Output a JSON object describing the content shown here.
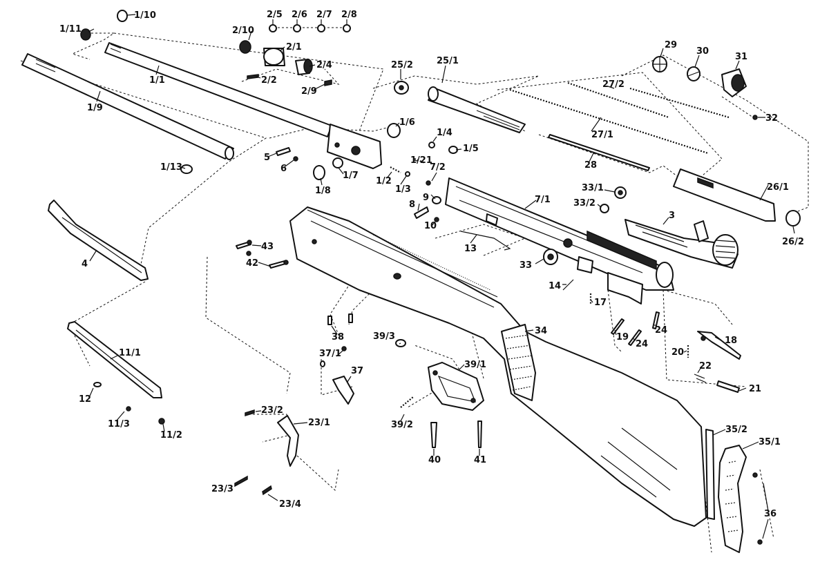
{
  "colors": {
    "ink": "#111111",
    "paper": "#ffffff"
  },
  "callouts": [
    {
      "id": "1-10",
      "label": "1/10"
    },
    {
      "id": "1-11",
      "label": "1/11"
    },
    {
      "id": "1-1",
      "label": "1/1"
    },
    {
      "id": "1-9",
      "label": "1/9"
    },
    {
      "id": "1-13",
      "label": "1/13"
    },
    {
      "id": "2-5",
      "label": "2/5"
    },
    {
      "id": "2-6",
      "label": "2/6"
    },
    {
      "id": "2-7",
      "label": "2/7"
    },
    {
      "id": "2-8",
      "label": "2/8"
    },
    {
      "id": "2-10",
      "label": "2/10"
    },
    {
      "id": "2-1",
      "label": "2/1"
    },
    {
      "id": "2-4",
      "label": "2/4"
    },
    {
      "id": "2-2",
      "label": "2/2"
    },
    {
      "id": "2-9",
      "label": "2/9"
    },
    {
      "id": "1-6",
      "label": "1/6"
    },
    {
      "id": "1-4",
      "label": "1/4"
    },
    {
      "id": "1-5",
      "label": "1/5"
    },
    {
      "id": "1-21",
      "label": "1/21"
    },
    {
      "id": "1-2",
      "label": "1/2"
    },
    {
      "id": "1-3",
      "label": "1/3"
    },
    {
      "id": "1-7",
      "label": "1/7"
    },
    {
      "id": "1-8",
      "label": "1/8"
    },
    {
      "id": "5",
      "label": "5"
    },
    {
      "id": "6",
      "label": "6"
    },
    {
      "id": "25-2",
      "label": "25/2"
    },
    {
      "id": "25-1",
      "label": "25/1"
    },
    {
      "id": "29",
      "label": "29"
    },
    {
      "id": "30",
      "label": "30"
    },
    {
      "id": "31",
      "label": "31"
    },
    {
      "id": "27-2",
      "label": "27/2"
    },
    {
      "id": "27-1",
      "label": "27/1"
    },
    {
      "id": "32",
      "label": "32"
    },
    {
      "id": "28",
      "label": "28"
    },
    {
      "id": "26-1",
      "label": "26/1"
    },
    {
      "id": "26-2",
      "label": "26/2"
    },
    {
      "id": "7-2",
      "label": "7/2"
    },
    {
      "id": "7-1",
      "label": "7/1"
    },
    {
      "id": "9",
      "label": "9"
    },
    {
      "id": "8",
      "label": "8"
    },
    {
      "id": "10",
      "label": "10"
    },
    {
      "id": "33-1",
      "label": "33/1"
    },
    {
      "id": "33-2",
      "label": "33/2"
    },
    {
      "id": "3",
      "label": "3"
    },
    {
      "id": "13",
      "label": "13"
    },
    {
      "id": "33",
      "label": "33"
    },
    {
      "id": "14",
      "label": "14"
    },
    {
      "id": "17",
      "label": "17"
    },
    {
      "id": "4",
      "label": "4"
    },
    {
      "id": "43",
      "label": "43"
    },
    {
      "id": "42",
      "label": "42"
    },
    {
      "id": "38",
      "label": "38"
    },
    {
      "id": "34",
      "label": "34"
    },
    {
      "id": "19",
      "label": "19"
    },
    {
      "id": "24a",
      "label": "24"
    },
    {
      "id": "24b",
      "label": "24"
    },
    {
      "id": "18",
      "label": "18"
    },
    {
      "id": "20",
      "label": "20"
    },
    {
      "id": "22",
      "label": "22"
    },
    {
      "id": "21",
      "label": "21"
    },
    {
      "id": "11-1",
      "label": "11/1"
    },
    {
      "id": "12",
      "label": "12"
    },
    {
      "id": "11-3",
      "label": "11/3"
    },
    {
      "id": "11-2",
      "label": "11/2"
    },
    {
      "id": "37-1",
      "label": "37/1"
    },
    {
      "id": "37",
      "label": "37"
    },
    {
      "id": "39-3",
      "label": "39/3"
    },
    {
      "id": "39-1",
      "label": "39/1"
    },
    {
      "id": "39-2",
      "label": "39/2"
    },
    {
      "id": "40",
      "label": "40"
    },
    {
      "id": "41",
      "label": "41"
    },
    {
      "id": "23-2",
      "label": "23/2"
    },
    {
      "id": "23-1",
      "label": "23/1"
    },
    {
      "id": "23-3",
      "label": "23/3"
    },
    {
      "id": "23-4",
      "label": "23/4"
    },
    {
      "id": "35-2",
      "label": "35/2"
    },
    {
      "id": "35-1",
      "label": "35/1"
    },
    {
      "id": "36",
      "label": "36"
    }
  ]
}
